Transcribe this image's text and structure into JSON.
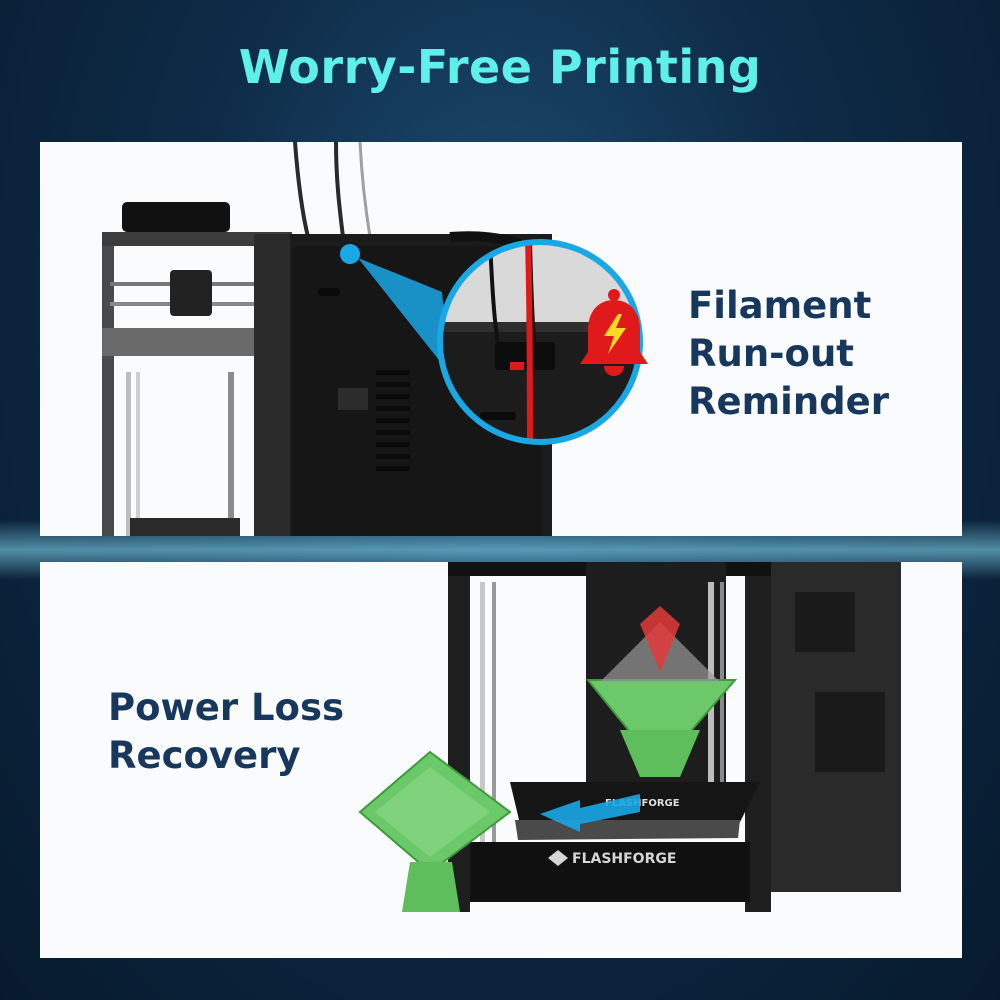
{
  "headline": "Worry-Free Printing",
  "panels": [
    {
      "title_lines": [
        "Filament",
        "Run-out",
        "Reminder"
      ]
    },
    {
      "title_lines": [
        "Power Loss",
        "Recovery"
      ]
    }
  ],
  "brand": "FLASHFORGE",
  "colors": {
    "headline": "#5ff0ea",
    "feature_text": "#17385c",
    "accent_blue": "#1aa7e6",
    "alert_red": "#e01a1a",
    "print_green": "#6cc96a",
    "background": "#0e2b47"
  },
  "icons": [
    "alarm-bell-icon",
    "lightning-icon",
    "arrow-left-icon",
    "brand-logo-icon"
  ]
}
